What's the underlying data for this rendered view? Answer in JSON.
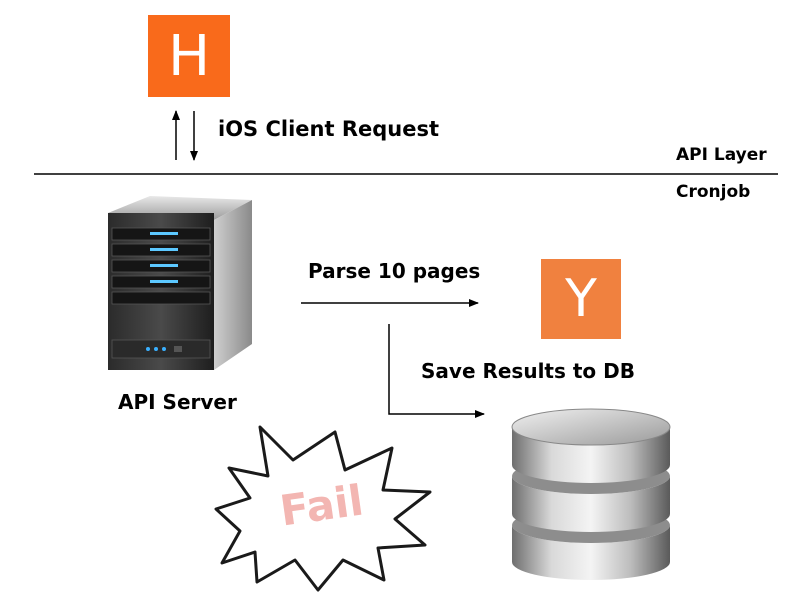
{
  "diagram": {
    "hn_logo": {
      "letter": "H",
      "color": "#f96a1b"
    },
    "yc_logo": {
      "letter": "Y",
      "color": "#f0813f"
    },
    "labels": {
      "ios_request": "iOS Client Request",
      "api_layer": "API Layer",
      "cronjob": "Cronjob",
      "parse_pages": "Parse 10 pages",
      "save_results": "Save Results to DB",
      "api_server": "API Server",
      "fail": "Fail"
    }
  }
}
